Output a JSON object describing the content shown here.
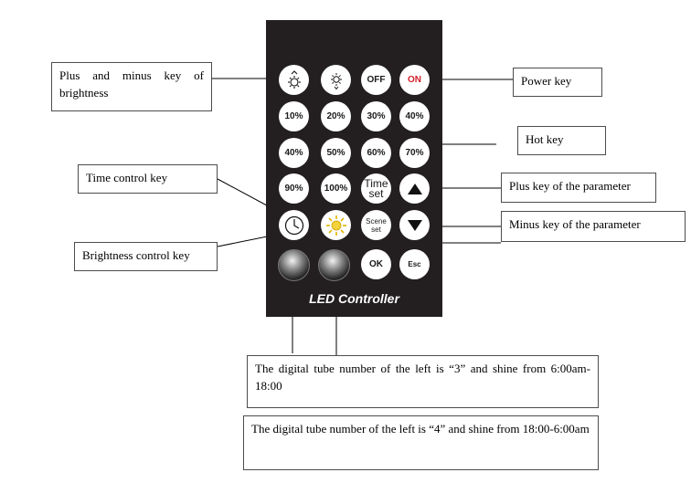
{
  "remote": {
    "title": "LED Controller",
    "buttons": {
      "brightness_plus_icon": "brightness-up-icon",
      "brightness_minus_icon": "brightness-down-icon",
      "off": "OFF",
      "on": "ON",
      "p10": "10%",
      "p20": "20%",
      "p30": "30%",
      "p40a": "40%",
      "p40b": "40%",
      "p50": "50%",
      "p60": "60%",
      "p70": "70%",
      "p90": "90%",
      "p100": "100%",
      "time_set_line1": "Time",
      "time_set_line2": "set",
      "param_up_icon": "triangle-up-icon",
      "clock_icon": "clock-icon",
      "sun_icon": "sun-icon",
      "scene_set_line1": "Scene",
      "scene_set_line2": "set",
      "param_down_icon": "triangle-down-icon",
      "ok": "OK",
      "esc": "Esc"
    },
    "accent_color": "#d21f2b"
  },
  "labels": {
    "plus_minus_brightness": "Plus and minus key of brightness",
    "power_key": "Power key",
    "hot_key": "Hot key",
    "time_control_key": "Time control key",
    "plus_key_parameter": "Plus key of the parameter",
    "minus_key_parameter": "Minus key of the parameter",
    "brightness_control_key": "Brightness control key",
    "digital_tube_3": "The digital tube number of the left is “3” and shine from 6:00am-18:00",
    "digital_tube_4": "The digital tube number of the left is “4” and shine from 18:00-6:00am"
  }
}
